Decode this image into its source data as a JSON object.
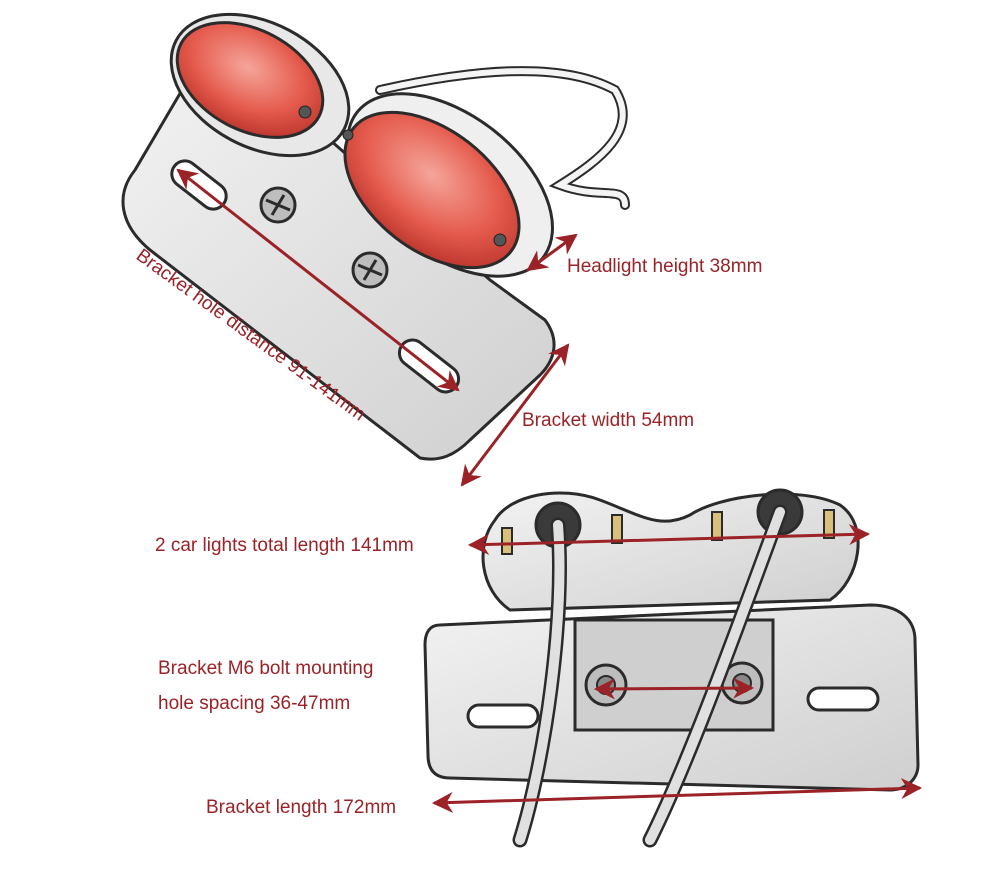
{
  "colors": {
    "annotation": "#9b2226",
    "lens": "#e45a4c",
    "metal": "#d9d9d9",
    "outline": "#2b2b2b"
  },
  "labels": {
    "headlight_height": "Headlight height 38mm",
    "bracket_width": "Bracket width 54mm",
    "hole_distance": "Bracket hole distance 91-141mm",
    "total_length": "2 car lights total length 141mm",
    "bolt_spacing_line1": "Bracket M6 bolt mounting",
    "bolt_spacing_line2": "hole spacing 36-47mm",
    "bracket_length": "Bracket length 172mm"
  },
  "icons": [
    "double-arrow-icon",
    "bolt-icon",
    "screw-icon"
  ]
}
